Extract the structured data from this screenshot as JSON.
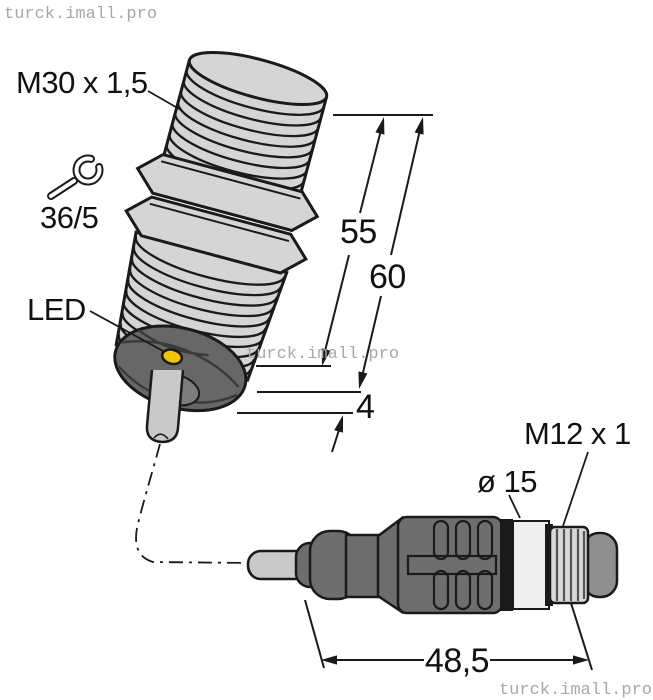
{
  "watermarks": {
    "top_left": "turck.imall.pro",
    "middle": "turck.imall.pro",
    "bottom_right": "turck.imall.pro"
  },
  "labels": {
    "sensor_thread": "M30 x 1,5",
    "wrench_size": "36/5",
    "led": "LED",
    "dim_thread_length": "55",
    "dim_total_length": "60",
    "dim_tip": "4",
    "connector_thread": "M12 x 1",
    "connector_diameter": "ø 15",
    "connector_length": "48,5"
  },
  "colors": {
    "outline": "#1a1a1a",
    "label": "#111111",
    "watermark": "#a8a8a8",
    "barrel": "#d5d5d5",
    "face": "#676767",
    "face_detail": "#3a3a3a",
    "boss": "#7d7d7d",
    "led": "#f2c400",
    "cable": "#c9c9c9",
    "conn_body": "#6e6e6e",
    "knurl_bg": "#efefef",
    "thread_tip": "#d9d9d9",
    "endcap": "#8f8f8f"
  }
}
